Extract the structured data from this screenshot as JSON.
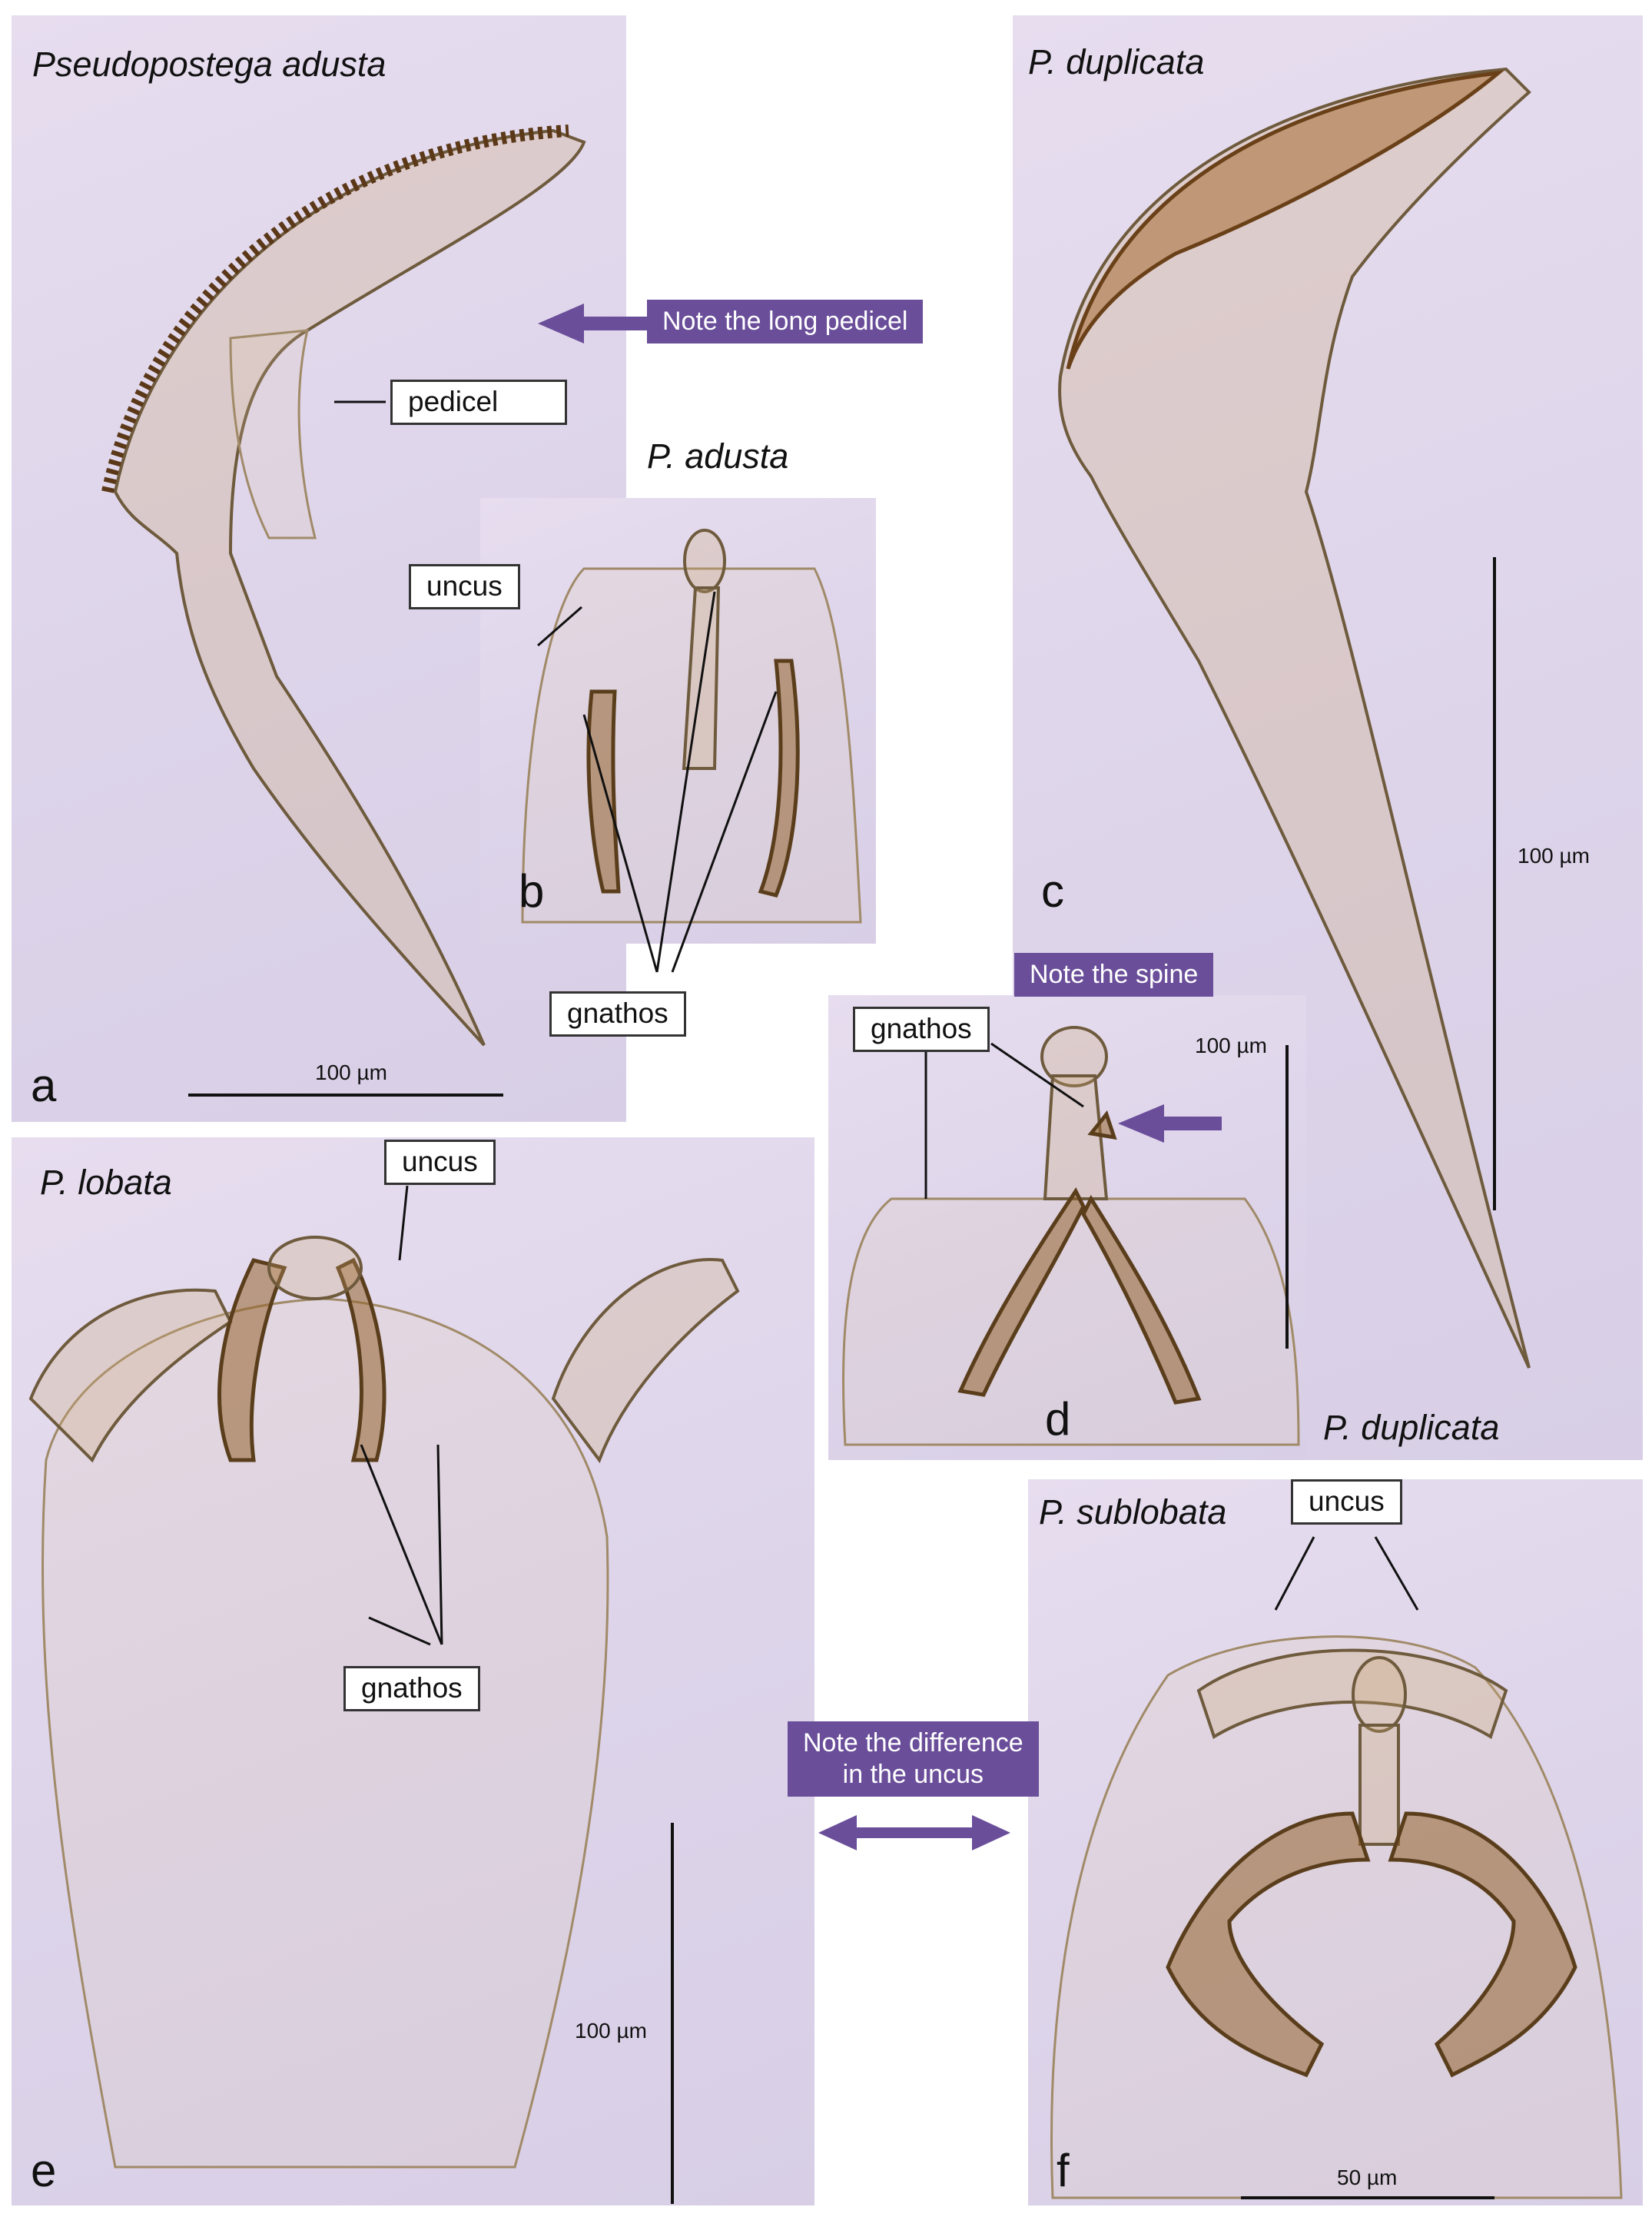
{
  "panels": {
    "a": {
      "title": "Pseudopostega adusta",
      "letter": "a",
      "scale": "100 µm"
    },
    "b": {
      "title": "P. adusta",
      "letter": "b"
    },
    "c": {
      "title": "P. duplicata",
      "letter": "c",
      "scale": "100 µm"
    },
    "d": {
      "title": "P. duplicata",
      "letter": "d",
      "scale": "100 µm"
    },
    "e": {
      "title": "P. lobata",
      "letter": "e",
      "scale": "100 µm"
    },
    "f": {
      "title": "P. sublobata",
      "letter": "f",
      "scale": "50 µm"
    }
  },
  "labels": {
    "pedicel": "pedicel",
    "uncus_b": "uncus",
    "gnathos_b": "gnathos",
    "gnathos_d": "gnathos",
    "uncus_e": "uncus",
    "gnathos_e": "gnathos",
    "uncus_f": "uncus"
  },
  "notes": {
    "long_pedicel": "Note the long pedicel",
    "spine": "Note the spine",
    "difference_line1": "Note the difference",
    "difference_line2": "in the uncus"
  },
  "colors": {
    "note_bg": "#6a4e9a",
    "panel_bg": "#ddd4ea",
    "specimen": "#8a6a40"
  }
}
